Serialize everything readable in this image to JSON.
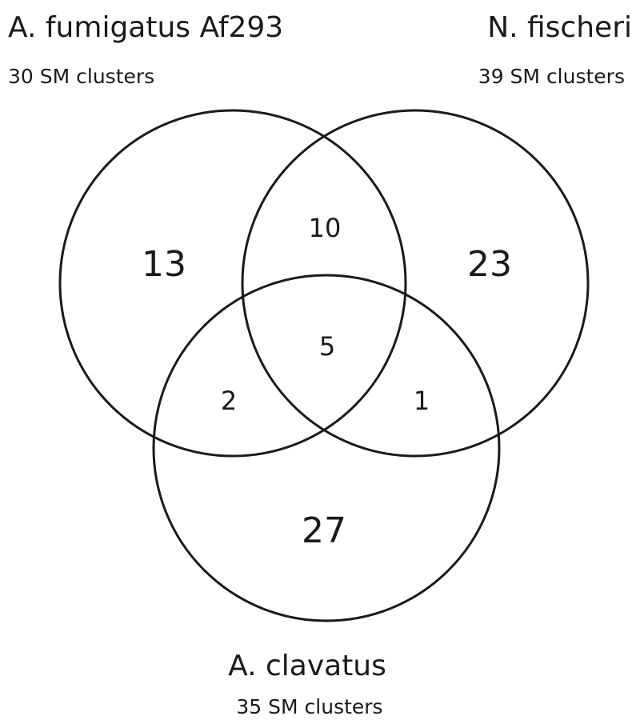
{
  "sets": {
    "a": {
      "name": "A. fumigatus Af293",
      "subtitle": "30 SM clusters"
    },
    "b": {
      "name": "N. fischeri",
      "subtitle": "39 SM clusters"
    },
    "c": {
      "name": "A. clavatus",
      "subtitle": "35 SM clusters"
    }
  },
  "regions": {
    "a_only": "13",
    "b_only": "23",
    "c_only": "27",
    "ab_only": "10",
    "ac_only": "2",
    "bc_only": "1",
    "abc": "5"
  }
}
